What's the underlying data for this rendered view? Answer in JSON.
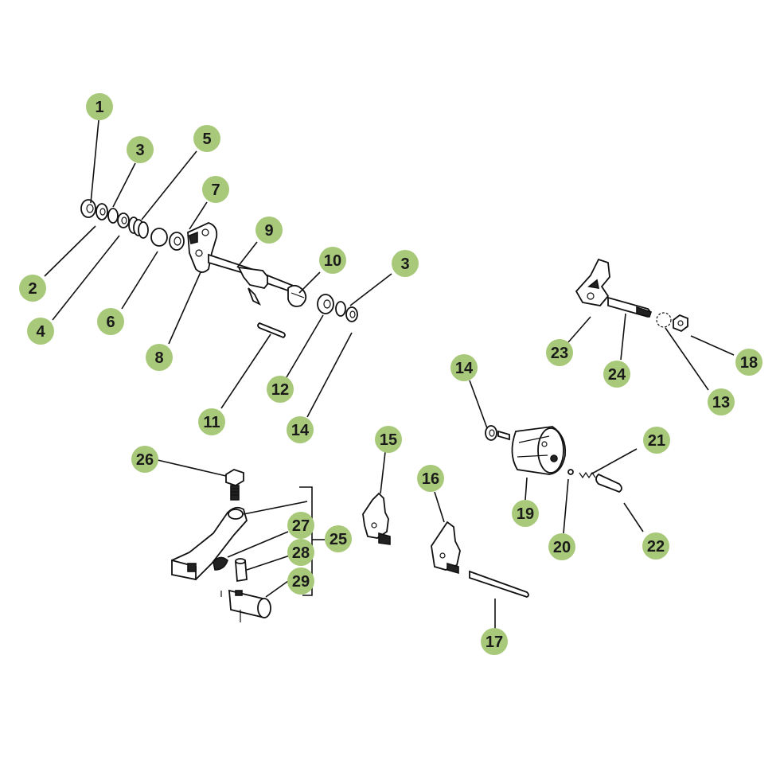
{
  "callouts": {
    "c1": "1",
    "c2": "2",
    "c3a": "3",
    "c3b": "3",
    "c4": "4",
    "c5": "5",
    "c6": "6",
    "c7": "7",
    "c8": "8",
    "c9": "9",
    "c10": "10",
    "c11": "11",
    "c12": "12",
    "c13": "13",
    "c14a": "14",
    "c14b": "14",
    "c15": "15",
    "c16": "16",
    "c17": "17",
    "c18": "18",
    "c19": "19",
    "c20": "20",
    "c21": "21",
    "c22": "22",
    "c23": "23",
    "c24": "24",
    "c25": "25",
    "c26": "26",
    "c27": "27",
    "c28": "28",
    "c29": "29"
  },
  "colors": {
    "callout_fill": "#a8c97a",
    "line": "#111111",
    "background": "#ffffff"
  }
}
